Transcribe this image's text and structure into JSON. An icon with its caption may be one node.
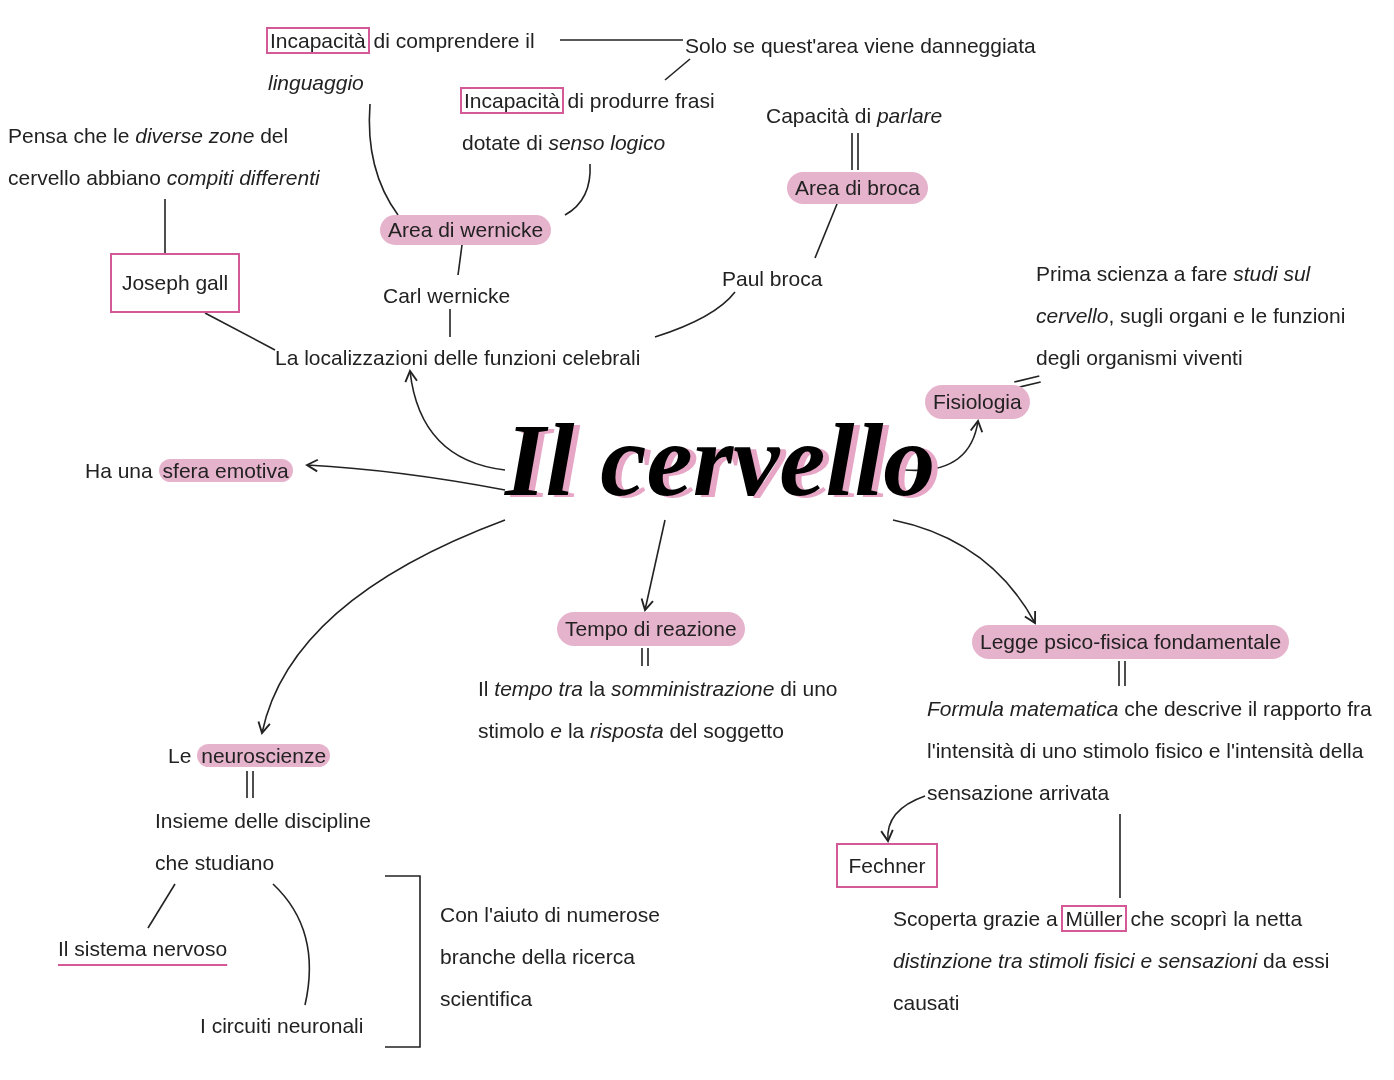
{
  "diagram": {
    "nodes": [
      {
        "text": [
          "Il cervello"
        ]
      },
      {
        "text": [
          "Ha una **sfera emotiva**"
        ]
      },
      {
        "text": [
          "La localizzazioni delle funzioni celebrali"
        ]
      },
      {
        "text": [
          "Joseph gall"
        ]
      },
      {
        "text": [
          "Pensa che le *diverse zone* del cervello abbiano *compiti differenti*"
        ]
      },
      {
        "text": [
          "Carl wernicke"
        ]
      },
      {
        "text": [
          "Area di wernicke"
        ]
      },
      {
        "text": [
          "**Incapacità** di comprendere il *linguaggio*"
        ]
      },
      {
        "text": [
          "**Incapacità** di produrre frasi dotate di *senso logico*"
        ]
      },
      {
        "text": [
          "Solo se quest'area viene danneggiata"
        ]
      },
      {
        "text": [
          "Paul broca"
        ]
      },
      {
        "text": [
          "Area di broca"
        ]
      },
      {
        "text": [
          "Capacità di *parlare*"
        ]
      },
      {
        "text": [
          "Fisiologia"
        ]
      },
      {
        "text": [
          "Prima scienza a fare *studi sul cervello*, sugli organi e le funzioni degli organismi viventi"
        ]
      },
      {
        "text": [
          "Tempo di reazione"
        ]
      },
      {
        "text": [
          "Il *tempo tra* la *somministrazione* di uno stimolo *e* la *risposta* del soggetto"
        ]
      },
      {
        "text": [
          "Legge psico-fisica fondamentale"
        ]
      },
      {
        "text": [
          "*Formula matematica* che descrive il rapporto fra l'intensità di uno stimolo fisico e l'intensità della sensazione arrivata"
        ]
      },
      {
        "text": [
          "Fechner"
        ]
      },
      {
        "text": [
          "Scoperta grazie a **Müller** che scoprì la netta *distinzione tra stimoli fisici e sensazioni* da essi causati"
        ]
      },
      {
        "text": [
          "Le **neuroscienze**"
        ]
      },
      {
        "text": [
          "Insieme delle discipline che studiano"
        ]
      },
      {
        "text": [
          "Il sistema nervoso"
        ]
      },
      {
        "text": [
          "I circuiti neuronali"
        ]
      }
    ],
    "edges": [
      {
        "from": 0,
        "to": 2,
        "arrow": "to"
      },
      {
        "from": 0,
        "to": 1,
        "arrow": "to"
      },
      {
        "from": 0,
        "to": 13,
        "arrow": "to"
      },
      {
        "from": 0,
        "to": 15,
        "arrow": "to"
      },
      {
        "from": 0,
        "to": 17,
        "arrow": "to"
      },
      {
        "from": 0,
        "to": 21,
        "arrow": "to"
      },
      {
        "from": 3,
        "to": 2,
        "arrow": "none"
      },
      {
        "from": 4,
        "to": 3,
        "arrow": "none"
      },
      {
        "from": 5,
        "to": 2,
        "arrow": "none"
      },
      {
        "from": 6,
        "to": 5,
        "arrow": "none"
      },
      {
        "from": 7,
        "to": 6,
        "arrow": "none"
      },
      {
        "from": 8,
        "to": 6,
        "arrow": "none"
      },
      {
        "from": 7,
        "to": 9,
        "arrow": "none"
      },
      {
        "from": 9,
        "to": 8,
        "arrow": "none"
      },
      {
        "from": 10,
        "to": 2,
        "arrow": "none"
      },
      {
        "from": 11,
        "to": 10,
        "arrow": "none"
      },
      {
        "from": 12,
        "to": 11,
        "arrow": "none"
      },
      {
        "from": 14,
        "to": 13,
        "arrow": "none"
      },
      {
        "from": 15,
        "to": 16,
        "arrow": "none"
      },
      {
        "from": 17,
        "to": 18,
        "arrow": "none"
      },
      {
        "from": 18,
        "to": 19,
        "arrow": "to"
      },
      {
        "from": 18,
        "to": 20,
        "arrow": "none"
      },
      {
        "from": 21,
        "to": 22,
        "arrow": "none"
      },
      {
        "from": 22,
        "to": 23,
        "arrow": "none"
      },
      {
        "from": 22,
        "to": 24,
        "arrow": "none"
      }
    ],
    "labels": [
      "Con l'aiuto di numerose branche della ricerca scientifica"
    ]
  }
}
